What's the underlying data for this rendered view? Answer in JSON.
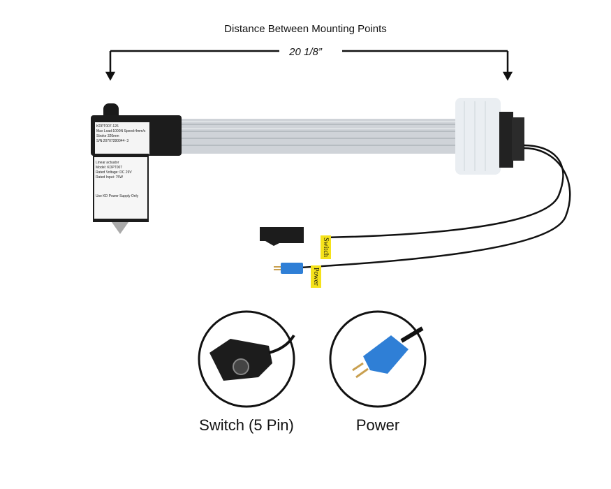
{
  "heading": "Distance Between Mounting Points",
  "dimension": "20 1/8”",
  "actuator_label": {
    "model": "KDPT007-126",
    "load": "Max Load:1000N",
    "speed": "Speed:4mm/s",
    "stroke": "Stroke 326mm",
    "serial": "S/N:20707280044- 3"
  },
  "motor_label": {
    "title": "Linear actuator",
    "model": "Model: KDPT007",
    "voltage": "Rated Voltage: DC 29V",
    "input": "Rated Input: 75W",
    "warning": "Use KD Power Supply Only"
  },
  "tags": {
    "switch": "Switch",
    "power": "Power"
  },
  "callouts": [
    {
      "caption": "Switch (5 Pin)"
    },
    {
      "caption": "Power"
    }
  ]
}
